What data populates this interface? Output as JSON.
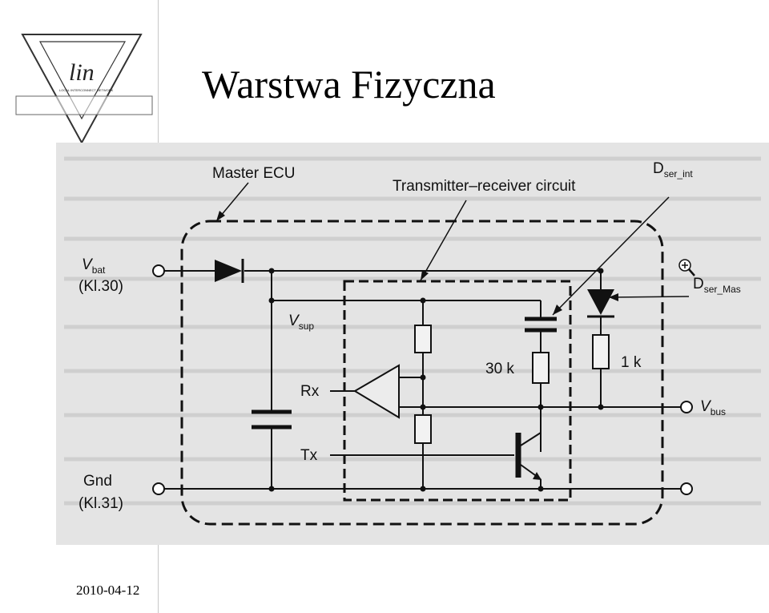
{
  "slide": {
    "title": "Warstwa Fizyczna",
    "date": "2010-04-12"
  },
  "logo": {
    "text": "lin",
    "subtext": "LOCAL INTERCONNECT NETWORK",
    "icon": "lin-triangle-logo"
  },
  "diagram": {
    "labels": {
      "master_ecu": "Master ECU",
      "transceiver": "Transmitter–receiver circuit",
      "d_ser_int_main": "D",
      "d_ser_int_sub": "ser_int",
      "d_ser_mas_main": "D",
      "d_ser_mas_sub": "ser_Mas",
      "vbat_main": "V",
      "vbat_sub": "bat",
      "kl30": "(Kl.30)",
      "vsup_main": "V",
      "vsup_sub": "sup",
      "rx": "Rx",
      "tx": "Tx",
      "r30k": "30 k",
      "r1k": "1 k",
      "vbus_main": "V",
      "vbus_sub": "bus",
      "gnd": "Gnd",
      "kl31": "(Kl.31)"
    },
    "colors": {
      "line": "#111111",
      "background": "#e4e4e4"
    }
  }
}
